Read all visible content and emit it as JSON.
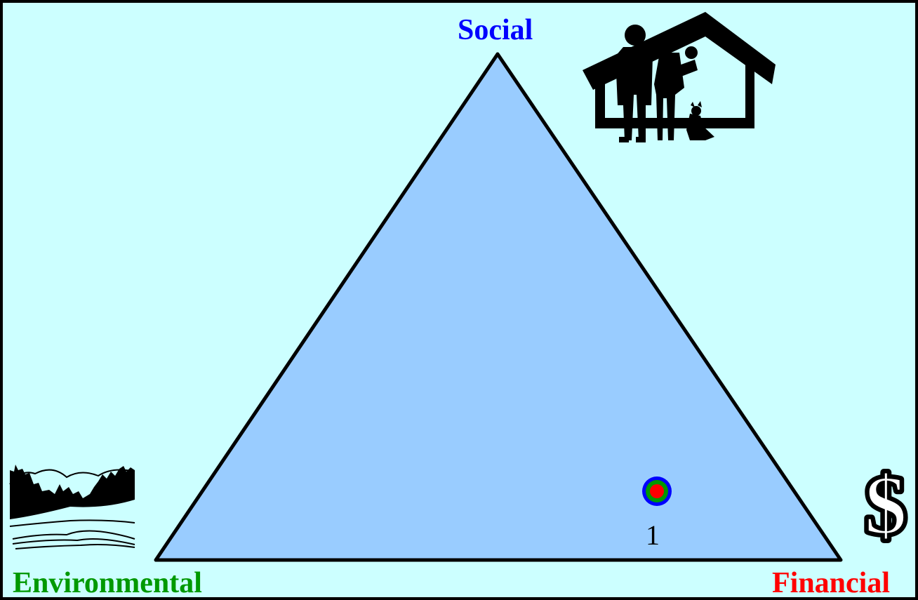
{
  "labels": {
    "social": "Social",
    "environmental": "Environmental",
    "financial": "Financial"
  },
  "point": {
    "label": "1"
  },
  "colors": {
    "background": "#ccffff",
    "triangle_fill": "#99ccff",
    "triangle_stroke": "#000000",
    "social": "#0000ff",
    "environmental": "#009900",
    "financial": "#ff0000",
    "point_outer": "#0000ff",
    "point_middle": "#009900",
    "point_inner": "#ff0000"
  },
  "icons": {
    "social": "family-house-icon",
    "environmental": "landscape-river-icon",
    "financial": "dollar-sign-icon"
  }
}
